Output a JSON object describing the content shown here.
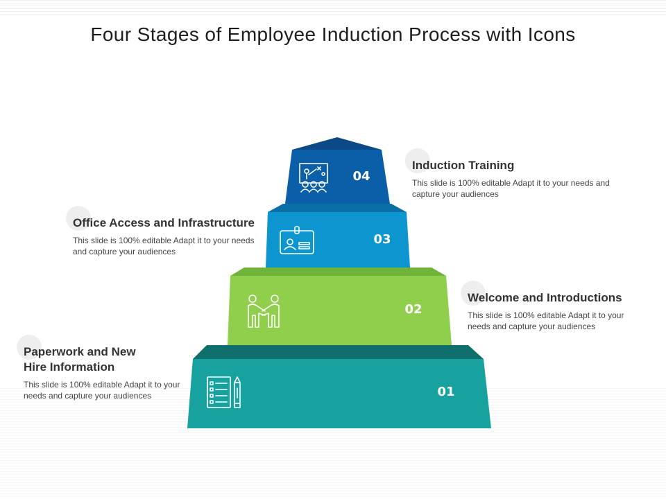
{
  "title": "Four Stages of Employee Induction Process with Icons",
  "colors": {
    "stage_01": "#17a2a0",
    "stage_01_top": "#0f6f6d",
    "stage_02": "#8fcf4c",
    "stage_02_top": "#6fb33a",
    "stage_03": "#0c95cf",
    "stage_03_top": "#0b6fa6",
    "stage_04": "#0a5fa8",
    "stage_04_top": "#0b4a86"
  },
  "stages": [
    {
      "number": "01",
      "heading": "Paperwork and New Hire Information",
      "description": "This slide is 100% editable Adapt it to your needs and capture your audiences",
      "icon": "document-checklist-pencil-icon"
    },
    {
      "number": "02",
      "heading": "Welcome and Introductions",
      "description": "This slide is 100% editable Adapt it to your needs and capture your audiences",
      "icon": "handshake-icon"
    },
    {
      "number": "03",
      "heading": "Office Access and Infrastructure",
      "description": "This slide is 100% editable Adapt it to your needs and capture your audiences",
      "icon": "id-badge-icon"
    },
    {
      "number": "04",
      "heading": "Induction Training",
      "description": "This slide is 100% editable Adapt it to your needs and capture your audiences",
      "icon": "training-presentation-icon"
    }
  ]
}
